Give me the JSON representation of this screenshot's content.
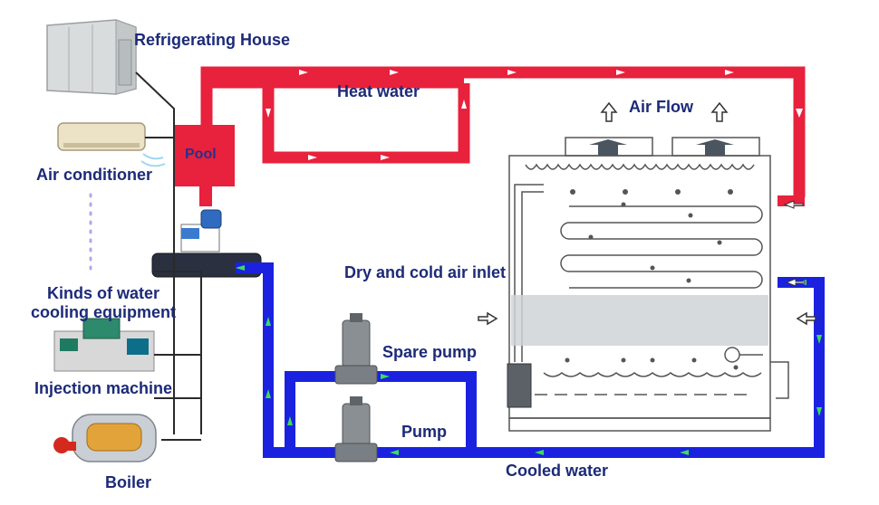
{
  "labels": {
    "refrigerating_house": "Refrigerating House",
    "air_conditioner": "Air conditioner",
    "kinds_line1": "Kinds of water",
    "kinds_line2": "cooling equipment",
    "injection_machine": "Injection machine",
    "boiler": "Boiler",
    "pool": "Pool",
    "heat_water": "Heat water",
    "air_flow": "Air Flow",
    "dry_cold_air_inlet": "Dry and cold air inlet",
    "spare_pump": "Spare pump",
    "pump": "Pump",
    "cooled_water": "Cooled water"
  },
  "colors": {
    "hot_pipe": "#e8213c",
    "cold_pipe": "#1a22e0",
    "label_text": "#1c2a78",
    "flow_arrow": "#ffffff",
    "cold_flow_arrow": "#3fdc5a",
    "tower_line": "#555555"
  }
}
